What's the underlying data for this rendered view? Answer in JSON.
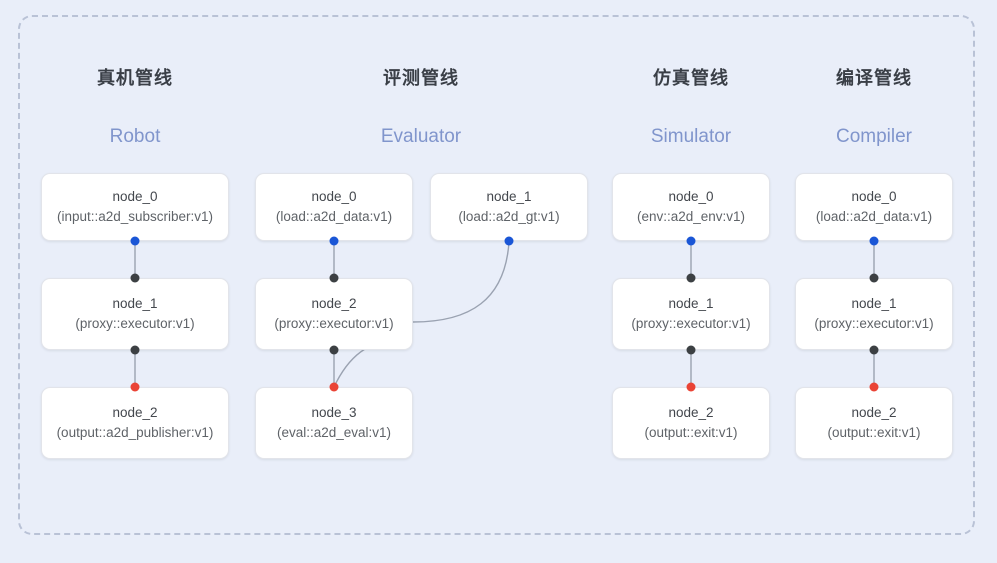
{
  "diagram": {
    "frame_style": "dashed-rounded",
    "background_color": "#e9eef9",
    "frame_color": "#b9c2d6"
  },
  "palette": {
    "node_fill": "#ffffff",
    "node_border": "#e2e4ea",
    "title_color": "#3a3f47",
    "subtitle_color": "#8095cc",
    "dot_input": "#1a56d6",
    "dot_mid": "#3c4043",
    "dot_output": "#ea4335",
    "edge_color": "#9aa2b1"
  },
  "columns": [
    {
      "title": "真机管线",
      "subtitle": "Robot",
      "nodes": [
        {
          "id": "node_0",
          "kind": "(input::a2d_subscriber:v1)"
        },
        {
          "id": "node_1",
          "kind": "(proxy::executor:v1)"
        },
        {
          "id": "node_2",
          "kind": "(output::a2d_publisher:v1)"
        }
      ]
    },
    {
      "title": "评测管线",
      "subtitle": "Evaluator",
      "nodes": [
        {
          "id": "node_0",
          "kind": "(load::a2d_data:v1)"
        },
        {
          "id": "node_1",
          "kind": "(load::a2d_gt:v1)"
        },
        {
          "id": "node_2",
          "kind": "(proxy::executor:v1)"
        },
        {
          "id": "node_3",
          "kind": "(eval::a2d_eval:v1)"
        }
      ]
    },
    {
      "title": "仿真管线",
      "subtitle": "Simulator",
      "nodes": [
        {
          "id": "node_0",
          "kind": "(env::a2d_env:v1)"
        },
        {
          "id": "node_1",
          "kind": "(proxy::executor:v1)"
        },
        {
          "id": "node_2",
          "kind": "(output::exit:v1)"
        }
      ]
    },
    {
      "title": "编译管线",
      "subtitle": "Compiler",
      "nodes": [
        {
          "id": "node_0",
          "kind": "(load::a2d_data:v1)"
        },
        {
          "id": "node_1",
          "kind": "(proxy::executor:v1)"
        },
        {
          "id": "node_2",
          "kind": "(output::exit:v1)"
        }
      ]
    }
  ]
}
